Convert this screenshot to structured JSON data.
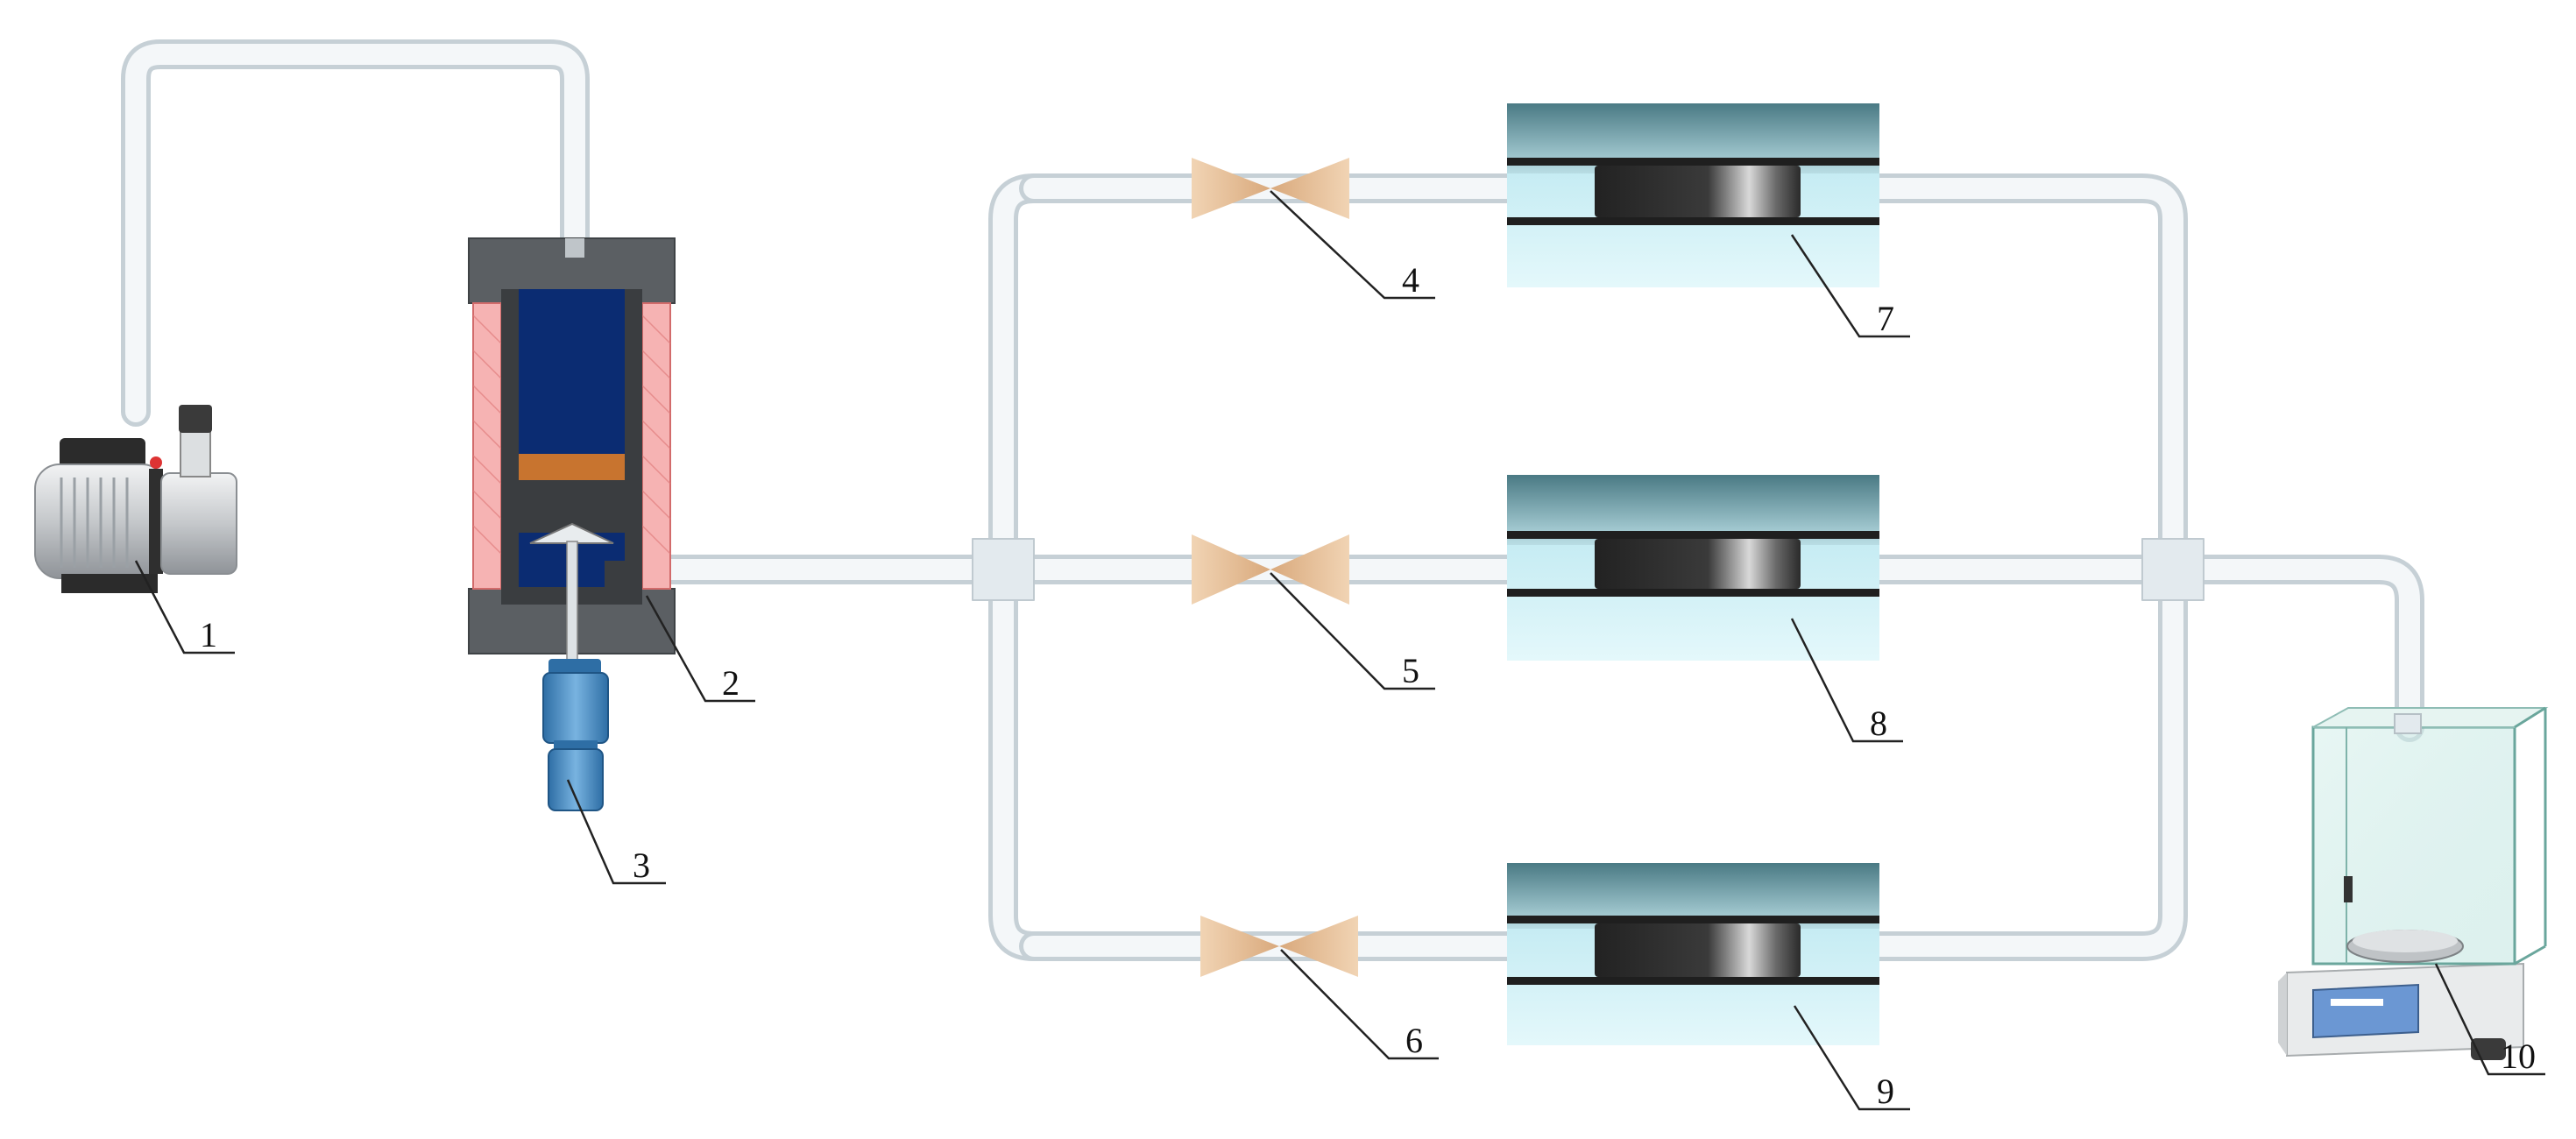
{
  "components": [
    {
      "id": "1",
      "label": "1"
    },
    {
      "id": "2",
      "label": "2"
    },
    {
      "id": "3",
      "label": "3"
    },
    {
      "id": "4",
      "label": "4"
    },
    {
      "id": "5",
      "label": "5"
    },
    {
      "id": "6",
      "label": "6"
    },
    {
      "id": "7",
      "label": "7"
    },
    {
      "id": "8",
      "label": "8"
    },
    {
      "id": "9",
      "label": "9"
    },
    {
      "id": "10",
      "label": "10"
    }
  ],
  "colors": {
    "pipe": "#e8eef2",
    "pipe_edge": "#c6d0d6",
    "vessel_inner": "#0a2a6e",
    "vessel_body": "#555a5e",
    "heater": "#f08a8a",
    "piston": "#c87530",
    "valve": "#e9c7a3",
    "holder_top": "#4e7d86",
    "holder_bottom": "#d4f1f7",
    "core": "#2a2a2a",
    "pump_body": "#c9cbcd",
    "actuator": "#3d7fb5",
    "balance_screen": "#5a86c5"
  }
}
